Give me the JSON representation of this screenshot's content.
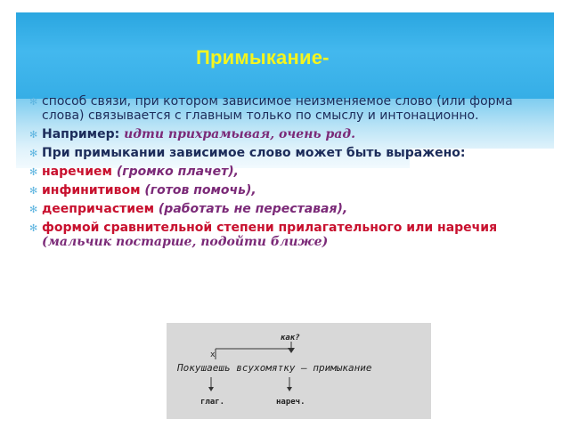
{
  "title": "Примыкание-",
  "items": [
    {
      "parts": [
        {
          "text": "способ связи,  при котором зависимое неизменяемое слово (или форма слова) связывается с главным только по смыслу и интонационно.",
          "style": "plain"
        }
      ]
    },
    {
      "parts": [
        {
          "text": "Например: ",
          "style": "bold-dark"
        },
        {
          "text": "идти прихрамывая, очень рад.",
          "style": "purple"
        }
      ]
    },
    {
      "parts": [
        {
          "text": "При примыкании зависимое слово может быть выражено:",
          "style": "bold-dark"
        }
      ]
    },
    {
      "parts": [
        {
          "text": " наречием ",
          "style": "red"
        },
        {
          "text": "(громко плачет),",
          "style": "purple-regular"
        }
      ]
    },
    {
      "parts": [
        {
          "text": " инфинитивом ",
          "style": "red"
        },
        {
          "text": "(готов помочь),",
          "style": "purple-regular"
        }
      ]
    },
    {
      "parts": [
        {
          "text": "деепричастием ",
          "style": "red"
        },
        {
          "text": "(работать не переставая),",
          "style": "purple-regular"
        }
      ]
    },
    {
      "parts": [
        {
          "text": "формой сравнительной степени прилагательного или наречия ",
          "style": "red"
        },
        {
          "text": "(мальчик постарше, подойти ближе)",
          "style": "purple"
        }
      ]
    }
  ],
  "diagram": {
    "question": "как?",
    "cross": "x",
    "sentence": "Покушаешь всухомятку – примыкание",
    "label_left": "глаг.",
    "label_right": "нареч."
  },
  "colors": {
    "title_band": "#2aa6e0",
    "title_text": "#f5f51e",
    "red": "#c8102e",
    "purple": "#7b2a78",
    "dark": "#1c2c5a",
    "bullet": "#5fb5e0"
  }
}
